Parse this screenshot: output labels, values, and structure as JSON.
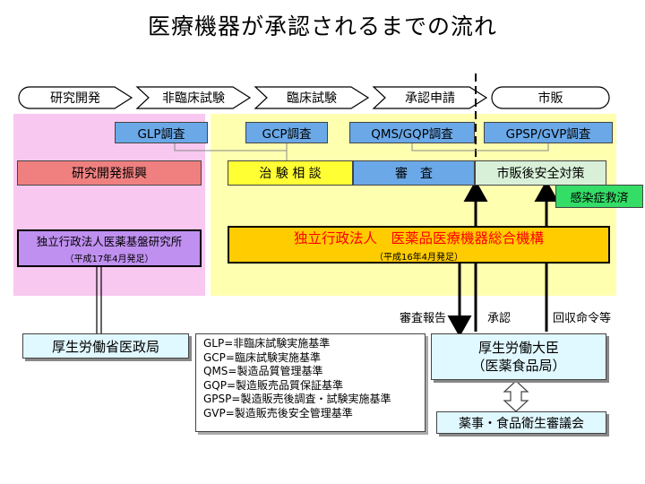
{
  "title": "医療機器が承認されるまでの流れ",
  "stages": [
    "研究開発",
    "非臨床試験",
    "臨床試験",
    "承認申請",
    "市販"
  ],
  "inspections": [
    "GLP調査",
    "GCP調査",
    "QMS/GQP調査",
    "GPSP/GVP調査"
  ],
  "programs": {
    "research_promotion": "研究開発振興",
    "consultation": "治 験 相 談",
    "review": "審　査",
    "post_market_safety": "市販後安全対策",
    "infection_relief": "感染症救済"
  },
  "nibio": {
    "name": "独立行政法人医薬基盤研究所",
    "note": "（平成17年4月発足）"
  },
  "pmda": {
    "name": "独立行政法人　医薬品医療機器総合機構",
    "note": "（平成16年4月発足）"
  },
  "arrows": {
    "review_report": "審査報告",
    "approval": "承認",
    "recall_order": "回収命令等"
  },
  "mhlw_bureau": "厚生労働省医政局",
  "minister": {
    "line1": "厚生労働大臣",
    "line2": "（医薬食品局）"
  },
  "council": "薬事・食品衛生審議会",
  "legend": [
    "GLP=非臨床試験実施基準",
    "GCP=臨床試験実施基準",
    "QMS=製造品質管理基準",
    "GQP=製造販売品質保証基準",
    "GPSP=製造販売後調査・試験実施基準",
    "GVP=製造販売後安全管理基準"
  ],
  "colors": {
    "pink_region": "#f8c8f0",
    "yellow_region": "#ffffb0",
    "inspection_blue": "#6aa8e8",
    "research_red": "#f08080",
    "consult_yellow": "#ffff33",
    "postmarket_green": "#d8f0d8",
    "relief_green": "#33dd66",
    "nibio_purple": "#c090f0",
    "pmda_orange": "#ffcc00",
    "pmda_text_red": "#ff0000",
    "light_cyan": "#e0f8ff"
  }
}
